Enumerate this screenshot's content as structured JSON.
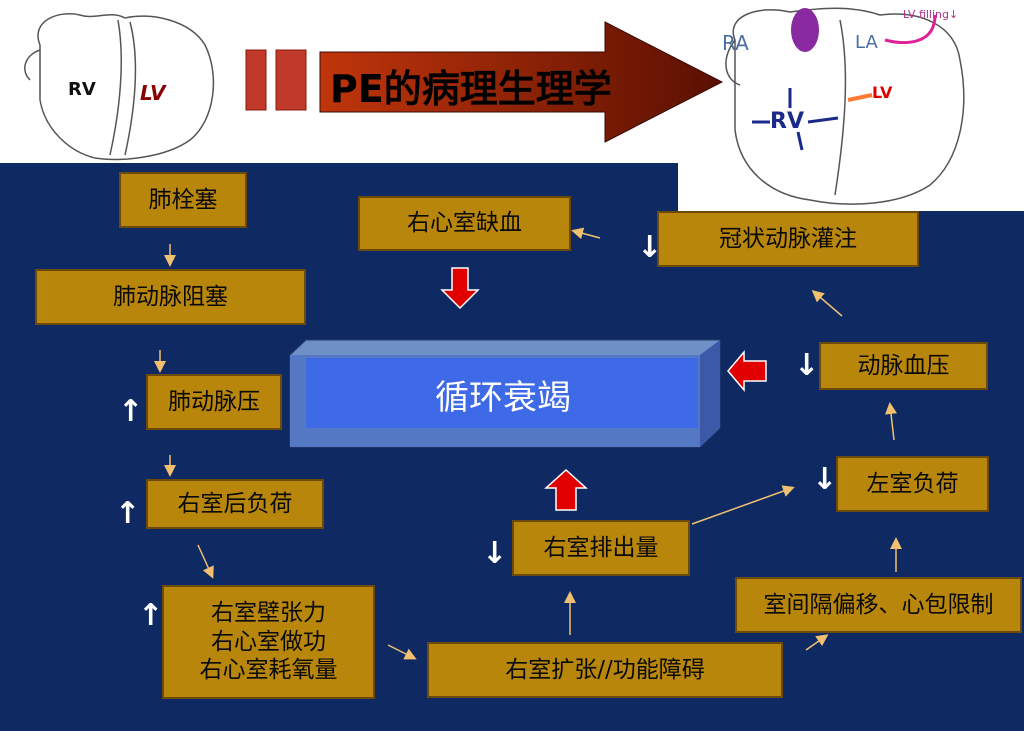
{
  "title": "PE的病理生理学",
  "center": "循环衰竭",
  "heart_left": {
    "rv": "RV",
    "lv": "LV"
  },
  "heart_right": {
    "ra": "RA",
    "la": "LA",
    "lv": "LV",
    "rv": "RV",
    "note": "LV filling↓"
  },
  "boxes": {
    "pe": "肺栓塞",
    "pa_obstruction": "肺动脉阻塞",
    "pa_pressure": "肺动脉压",
    "rv_afterload": "右室后负荷",
    "rv_wall": [
      "右室壁张力",
      "右心室做功",
      "右心室耗氧量"
    ],
    "rv_dilation": "右室扩张//功能障碍",
    "rv_output": "右室排出量",
    "rv_ischemia": "右心室缺血",
    "coronary": "冠状动脉灌注",
    "arterial_pressure": "动脉血压",
    "lv_preload": "左室负荷",
    "septal": "室间隔偏移、心包限制"
  },
  "symbols": {
    "up": "↑",
    "down": "↓"
  },
  "colors": {
    "navy": "#0f2a63",
    "box": "#b8860b",
    "main": "#3b6fe0",
    "arrow_red": "#e00000",
    "title_red": "#9a1f05"
  }
}
